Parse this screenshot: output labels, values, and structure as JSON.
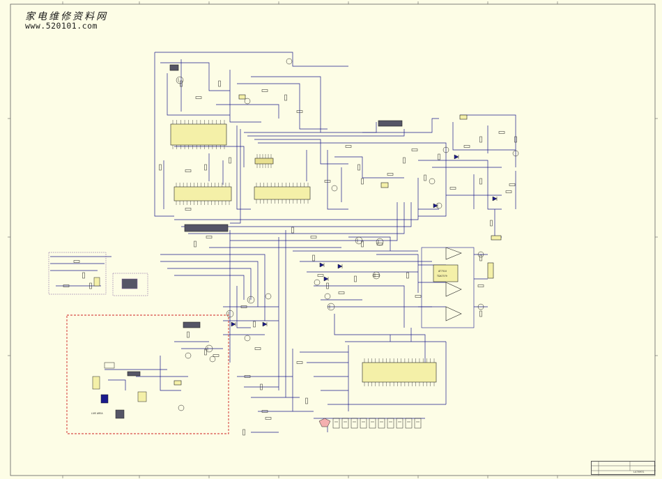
{
  "watermark": {
    "title": "家电维修资料网",
    "url": "www.520101.com"
  },
  "schematic": {
    "zone_label": "LIVE AREA",
    "ic_labels": [
      "AT7310",
      "TDA7379"
    ],
    "title_block": "LA76931"
  },
  "colors": {
    "background": "#fdfde6",
    "wire": "#1a1a8c",
    "component": "#202020",
    "ic_fill": "#f4f0a8",
    "ic_dark": "#555566",
    "live_area": "#d02020",
    "border": "#606060"
  }
}
